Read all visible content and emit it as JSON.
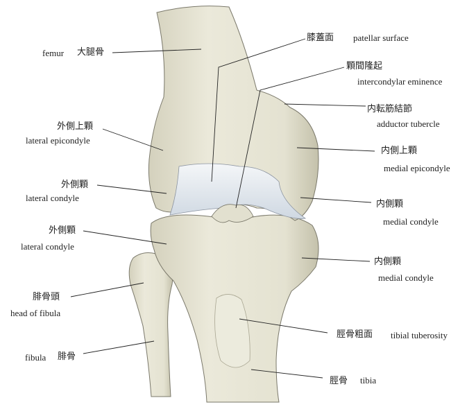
{
  "title": "Knee joint bones (anterior view)",
  "labels": {
    "femur": {
      "en": "femur",
      "jp": "大腿骨"
    },
    "patellar_surface": {
      "jp": "膝蓋面",
      "en": "patellar surface"
    },
    "intercondylar_eminence": {
      "jp": "顆間隆起",
      "en": "intercondylar eminence"
    },
    "adductor_tubercle": {
      "jp": "内転筋結節",
      "en": "adductor tubercle"
    },
    "medial_epicondyle": {
      "jp": "内側上顆",
      "en": "medial epicondyle"
    },
    "femur_medial_condyle": {
      "jp": "内側顆",
      "en": "medial condyle"
    },
    "tibia_medial_condyle": {
      "jp": "内側顆",
      "en": "medial condyle"
    },
    "tibial_tuberosity": {
      "jp": "脛骨粗面",
      "en": "tibial tuberosity"
    },
    "tibia": {
      "jp": "脛骨",
      "en": "tibia"
    },
    "lateral_epicondyle": {
      "jp": "外側上顆",
      "en": "lateral epicondyle"
    },
    "femur_lateral_condyle": {
      "jp": "外側顆",
      "en": "lateral condyle"
    },
    "tibia_lateral_condyle": {
      "jp": "外側顆",
      "en": "lateral condyle"
    },
    "head_of_fibula": {
      "jp": "腓骨頭",
      "en": "head of fibula"
    },
    "fibula": {
      "en": "fibula",
      "jp": "腓骨"
    }
  },
  "colors": {
    "bone": "#e6e4d3",
    "bone_shade": "#c9c6b1",
    "cartilage": "#dfe6ee",
    "outline": "#7a786a"
  }
}
